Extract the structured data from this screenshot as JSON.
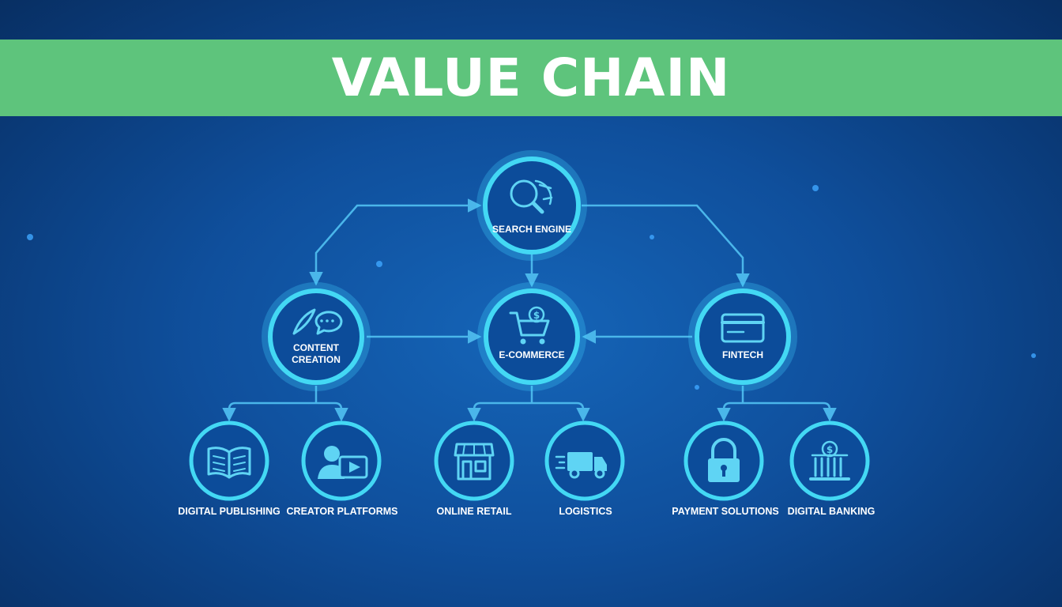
{
  "title": "VALUE CHAIN",
  "nodes": {
    "search_engine": "SEARCH ENGINE",
    "content_creation": [
      "CONTENT",
      "CREATION"
    ],
    "ecommerce": "E-COMMERCE",
    "fintech": "FINTECH",
    "digital_publishing": "DIGITAL PUBLISHING",
    "creator_platforms": "CREATOR PLATFORMS",
    "online_retail": "ONLINE RETAIL",
    "logistics": "LOGISTICS",
    "payment_solutions": "PAYMENT SOLUTIONS",
    "digital_banking": "DIGITAL BANKING"
  },
  "edges": [
    [
      "search_engine",
      "content_creation"
    ],
    [
      "search_engine",
      "ecommerce"
    ],
    [
      "search_engine",
      "fintech"
    ],
    [
      "content_creation",
      "ecommerce"
    ],
    [
      "fintech",
      "ecommerce"
    ],
    [
      "content_creation",
      "digital_publishing"
    ],
    [
      "content_creation",
      "creator_platforms"
    ],
    [
      "ecommerce",
      "online_retail"
    ],
    [
      "ecommerce",
      "logistics"
    ],
    [
      "fintech",
      "payment_solutions"
    ],
    [
      "fintech",
      "digital_banking"
    ]
  ],
  "colors": {
    "banner": "#5ec47c",
    "background": "#0f4f9c",
    "node_stroke": "#43d8f4",
    "connector": "#4ab6ea"
  },
  "icons": {
    "search_engine": "magnifier-globe-icon",
    "content_creation": "quill-chat-icon",
    "ecommerce": "shopping-cart-dollar-icon",
    "fintech": "credit-card-icon",
    "digital_publishing": "open-book-icon",
    "creator_platforms": "person-video-icon",
    "online_retail": "storefront-icon",
    "logistics": "delivery-truck-icon",
    "payment_solutions": "padlock-icon",
    "digital_banking": "bank-dollar-icon"
  }
}
